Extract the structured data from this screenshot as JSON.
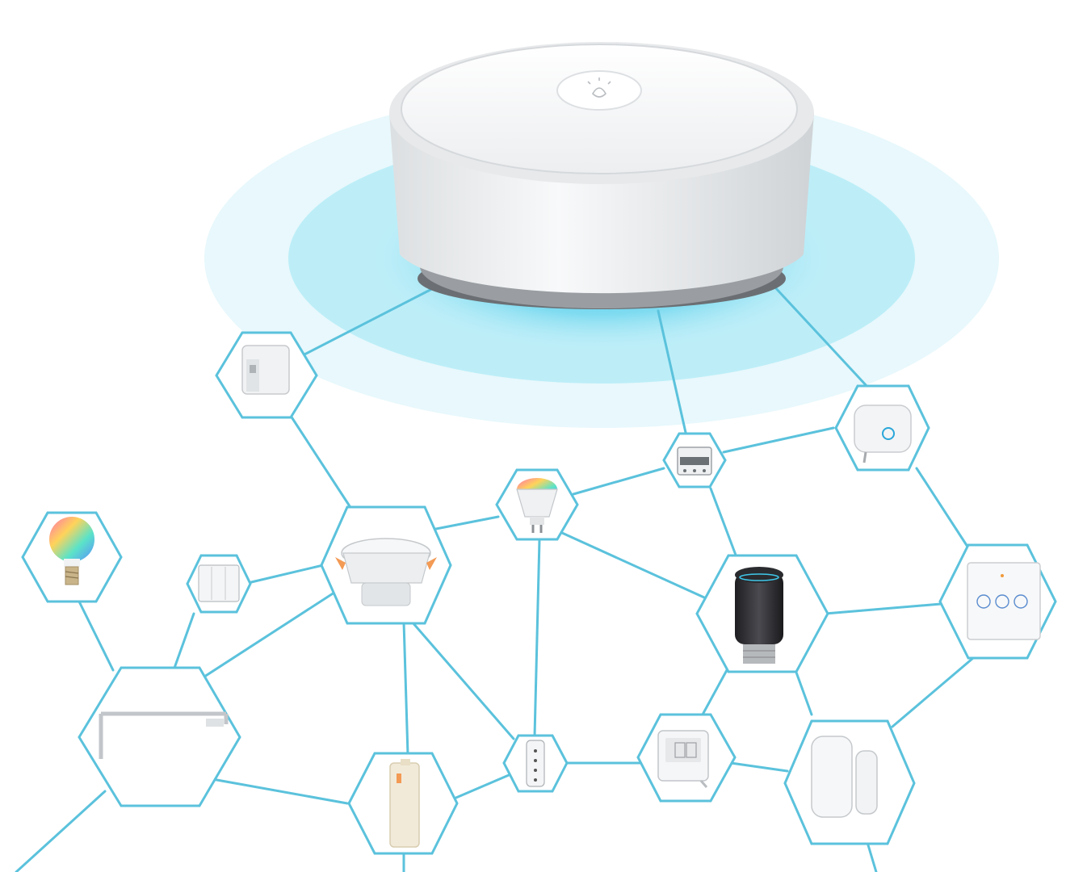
{
  "scene": {
    "subject": "smart-home-hub-device-network",
    "colors": {
      "network_line": "#5bc2dc",
      "signal_outer": "#e3f6fb",
      "signal_mid": "#b6ebf7",
      "signal_inner": "#6fd6ee",
      "hub_body": "#f3f4f5",
      "hub_base": "#8e9194"
    }
  },
  "hub": {
    "icon": "tuya-logo-icon"
  },
  "devices": [
    {
      "id": "curtain-robot",
      "icon": "curtain-robot-icon"
    },
    {
      "id": "rgb-bulb",
      "icon": "rgb-bulb-icon"
    },
    {
      "id": "switch-module",
      "icon": "switch-module-icon"
    },
    {
      "id": "smart-plug",
      "icon": "smart-plug-icon"
    },
    {
      "id": "gu10-bulb",
      "icon": "gu10-bulb-icon"
    },
    {
      "id": "triple-switch",
      "icon": "triple-switch-icon"
    },
    {
      "id": "downlight",
      "icon": "downlight-icon"
    },
    {
      "id": "radiator-valve",
      "icon": "radiator-valve-icon"
    },
    {
      "id": "curtain-switch",
      "icon": "curtain-switch-icon"
    },
    {
      "id": "curtain-rail",
      "icon": "curtain-rail-icon"
    },
    {
      "id": "remote-control",
      "icon": "remote-control-icon"
    },
    {
      "id": "thermostat",
      "icon": "thermostat-icon"
    },
    {
      "id": "door-sensor",
      "icon": "door-sensor-icon"
    },
    {
      "id": "blind-motor",
      "icon": "blind-motor-icon"
    }
  ]
}
